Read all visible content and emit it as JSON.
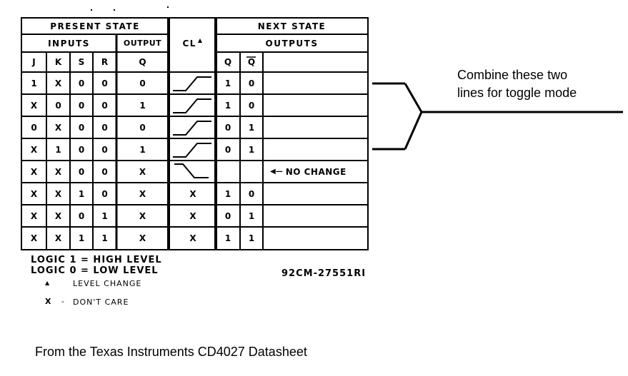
{
  "headers": {
    "present_state": "PRESENT STATE",
    "next_state": "NEXT STATE",
    "inputs": "INPUTS",
    "output": "OUTPUT",
    "cl": "CL",
    "outputs": "OUTPUTS"
  },
  "columns": [
    "J",
    "K",
    "S",
    "R",
    "Q",
    "Q",
    "Q"
  ],
  "rows": [
    {
      "j": "1",
      "k": "X",
      "s": "0",
      "r": "0",
      "q": "0",
      "cl": "rise",
      "nq": "1",
      "nqb": "0",
      "note": ""
    },
    {
      "j": "X",
      "k": "0",
      "s": "0",
      "r": "0",
      "q": "1",
      "cl": "rise",
      "nq": "1",
      "nqb": "0",
      "note": ""
    },
    {
      "j": "0",
      "k": "X",
      "s": "0",
      "r": "0",
      "q": "0",
      "cl": "rise",
      "nq": "0",
      "nqb": "1",
      "note": ""
    },
    {
      "j": "X",
      "k": "1",
      "s": "0",
      "r": "0",
      "q": "1",
      "cl": "rise",
      "nq": "0",
      "nqb": "1",
      "note": ""
    },
    {
      "j": "X",
      "k": "X",
      "s": "0",
      "r": "0",
      "q": "X",
      "cl": "fall",
      "nq": "",
      "nqb": "",
      "note": "NO CHANGE"
    },
    {
      "j": "X",
      "k": "X",
      "s": "1",
      "r": "0",
      "q": "X",
      "cl": "X",
      "nq": "1",
      "nqb": "0",
      "note": ""
    },
    {
      "j": "X",
      "k": "X",
      "s": "0",
      "r": "1",
      "q": "X",
      "cl": "X",
      "nq": "0",
      "nqb": "1",
      "note": ""
    },
    {
      "j": "X",
      "k": "X",
      "s": "1",
      "r": "1",
      "q": "X",
      "cl": "X",
      "nq": "1",
      "nqb": "1",
      "note": ""
    }
  ],
  "legend": {
    "logic1": "LOGIC 1 = HIGH LEVEL",
    "logic0": "LOGIC 0 = LOW LEVEL",
    "level_change": "LEVEL CHANGE",
    "dont_care": "DON'T CARE",
    "x_symbol": "X",
    "dash": "-",
    "code": "92CM-27551RI"
  },
  "annotation": {
    "line1": "Combine these two",
    "line2": "lines for toggle mode"
  },
  "caption": "From the Texas Instruments CD4027 Datasheet"
}
